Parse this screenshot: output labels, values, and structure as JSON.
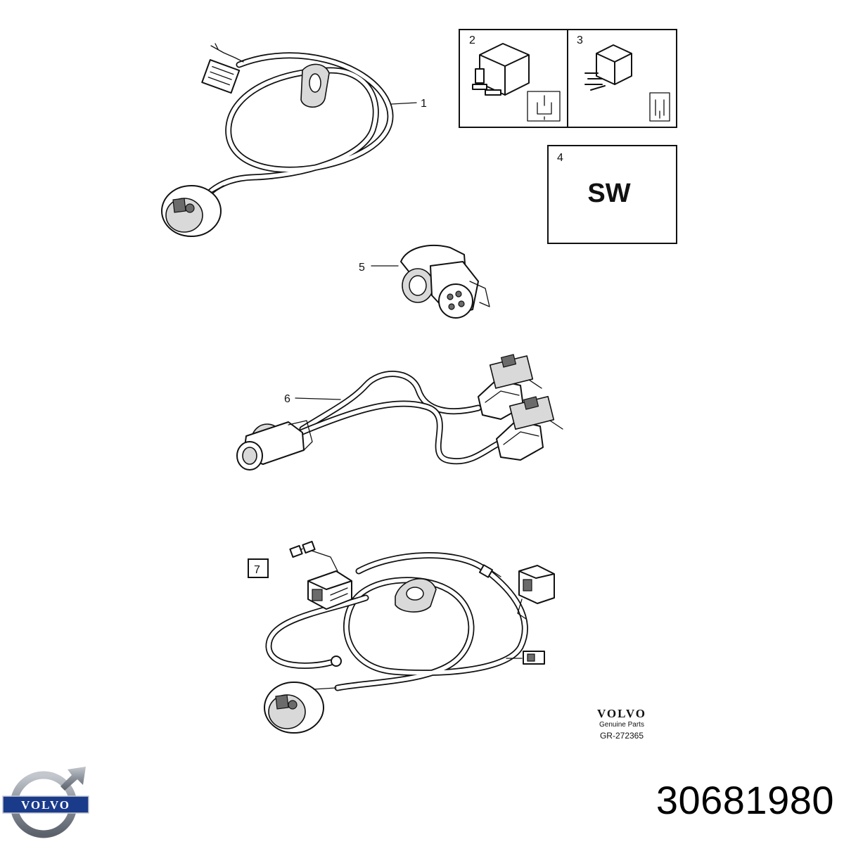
{
  "callouts": {
    "c1": "1",
    "c2": "2",
    "c3": "3",
    "c4": "4",
    "c5": "5",
    "c6": "6",
    "c7": "7"
  },
  "box4_text": "SW",
  "footer": {
    "brand": "VOLVO",
    "genuine": "Genuine Parts",
    "ref": "GR-272365"
  },
  "logo_text": "VOLVO",
  "part_number": "30681980",
  "colors": {
    "ink": "#111111",
    "logo_blue": "#1a3a8a",
    "logo_steel": "#8a9099"
  }
}
